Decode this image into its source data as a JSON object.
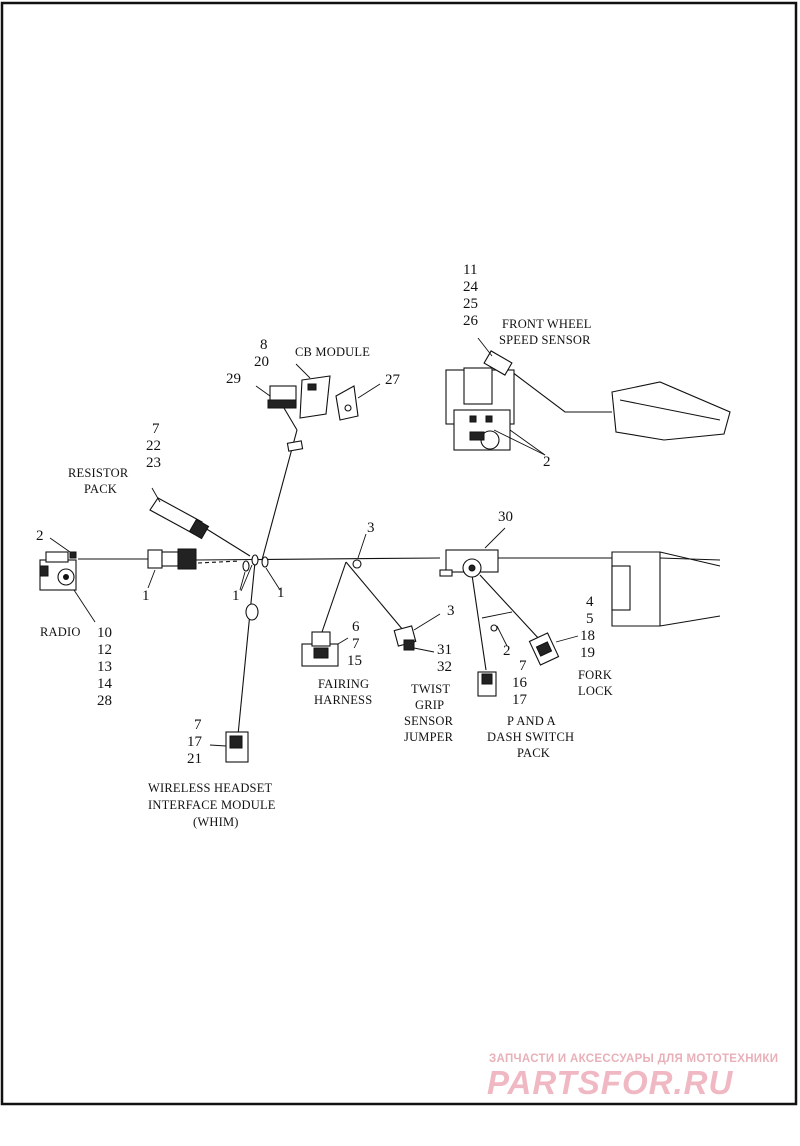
{
  "labels": {
    "cb_module": "CB MODULE",
    "front_wheel_1": "FRONT WHEEL",
    "front_wheel_2": "SPEED SENSOR",
    "resistor_1": "RESISTOR",
    "resistor_2": "PACK",
    "radio": "RADIO",
    "fairing_1": "FAIRING",
    "fairing_2": "HARNESS",
    "twist_1": "TWIST",
    "twist_2": "GRIP",
    "twist_3": "SENSOR",
    "twist_4": "JUMPER",
    "pa_1": "P AND A",
    "pa_2": "DASH SWITCH",
    "pa_3": "PACK",
    "fork_1": "FORK",
    "fork_2": "LOCK",
    "whim_1": "WIRELESS HEADSET",
    "whim_2": "INTERFACE MODULE",
    "whim_3": "(WHIM)"
  },
  "callouts": {
    "fws_a": "11",
    "fws_b": "24",
    "fws_c": "25",
    "fws_d": "26",
    "cb_a": "8",
    "cb_b": "20",
    "c29": "29",
    "c27": "27",
    "rp_a": "7",
    "rp_b": "22",
    "rp_c": "23",
    "c2_radio": "2",
    "c2_sensor": "2",
    "c2_pa": "2",
    "c30": "30",
    "c3_top": "3",
    "c3_twist": "3",
    "c1_left": "1",
    "c1_mid": "1",
    "c1_right": "1",
    "radio_a": "10",
    "radio_b": "12",
    "radio_c": "13",
    "radio_d": "14",
    "radio_e": "28",
    "fh_a": "6",
    "fh_b": "7",
    "fh_c": "15",
    "tg_a": "31",
    "tg_b": "32",
    "pa_a": "7",
    "pa_b": "16",
    "pa_c": "17",
    "fl_a": "4",
    "fl_b": "5",
    "fl_c": "18",
    "fl_d": "19",
    "wh_a": "7",
    "wh_b": "17",
    "wh_c": "21"
  },
  "watermark": {
    "top_text": "ЗАПЧАСТИ И АКСЕССУАРЫ ДЛЯ МОТОТЕХНИКИ",
    "logo_text": "PARTSFOR.RU"
  }
}
